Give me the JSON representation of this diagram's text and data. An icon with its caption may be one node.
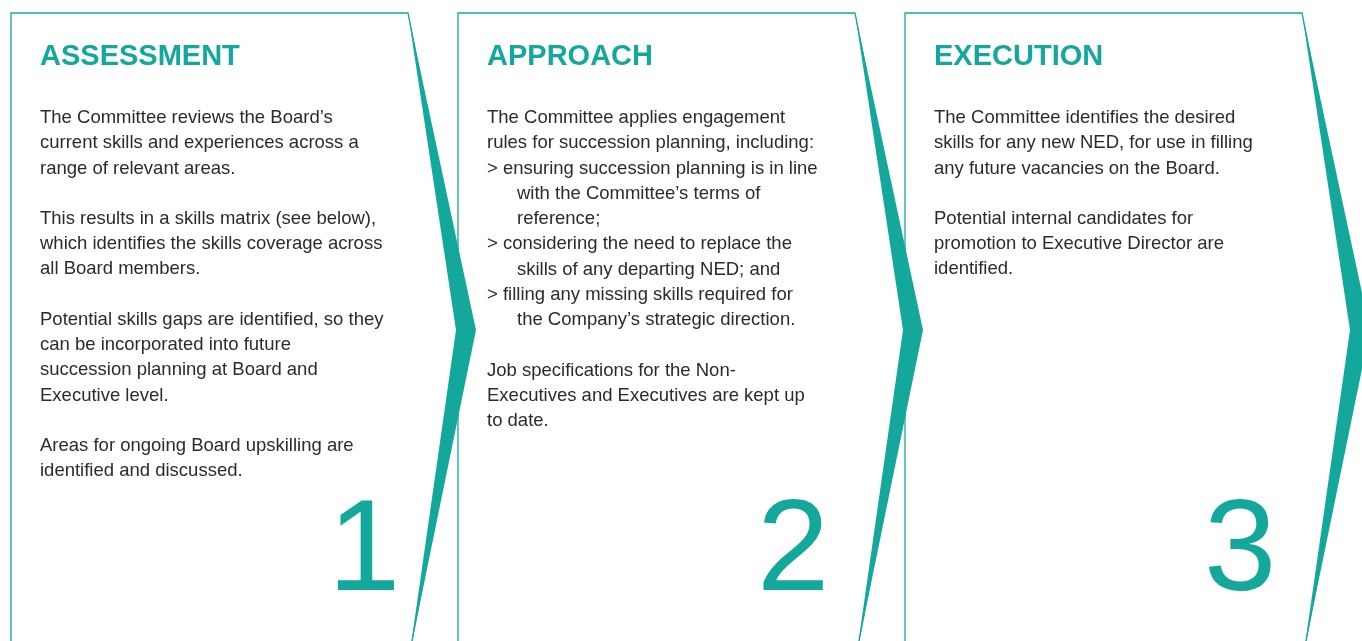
{
  "diagram": {
    "nodes": [
      {
        "text": [
          "ASSESSMENT",
          "The Committee reviews the Board’s current skills and experiences across a range of relevant areas.",
          "This results in a skills matrix (see below), which identifies the skills coverage across all Board members.",
          "Potential skills gaps are identified, so they can be incorporated into future succession planning at Board and Executive level.",
          "Areas for ongoing Board upskilling are identified and discussed.",
          "1"
        ]
      },
      {
        "text": [
          "APPROACH",
          "The Committee applies engagement rules for succession planning, including:",
          "> ensuring succession planning is in line with the Committee’s terms of reference;",
          "> considering the need to replace the skills of any departing NED; and",
          "> filling any missing skills required for the Company’s strategic direction.",
          "Job specifications for the Non-Executives and Executives are kept up to date.",
          "2"
        ]
      },
      {
        "text": [
          "EXECUTION",
          "The Committee identifies the desired skills for any new NED, for use in filling any future vacancies on the Board.",
          "Potential internal candidates for promotion to Executive Director are identified.",
          "3"
        ]
      }
    ]
  }
}
